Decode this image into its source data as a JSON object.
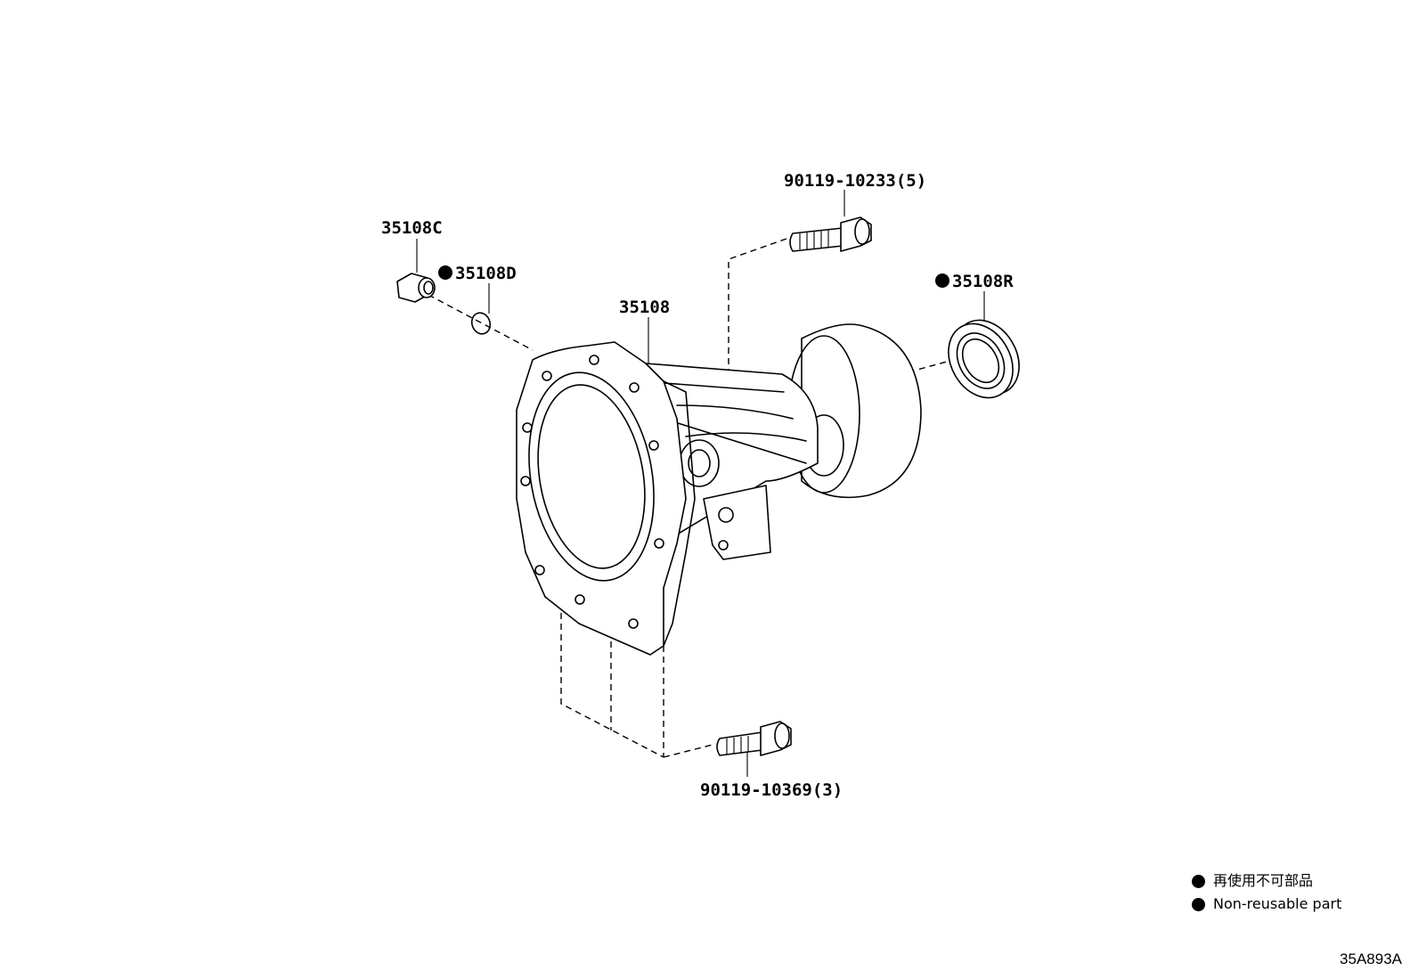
{
  "parts": {
    "plug": "35108C",
    "gasket": "35108D",
    "housing": "35108",
    "oil_seal": "35108R",
    "bolt_top": "90119-10233(5)",
    "bolt_bottom": "90119-10369(3)"
  },
  "non_reusable": [
    "35108D",
    "35108R"
  ],
  "legend": {
    "line1": "再使用不可部品",
    "line2": "Non-reusable part"
  },
  "figure_code": "35A893A"
}
